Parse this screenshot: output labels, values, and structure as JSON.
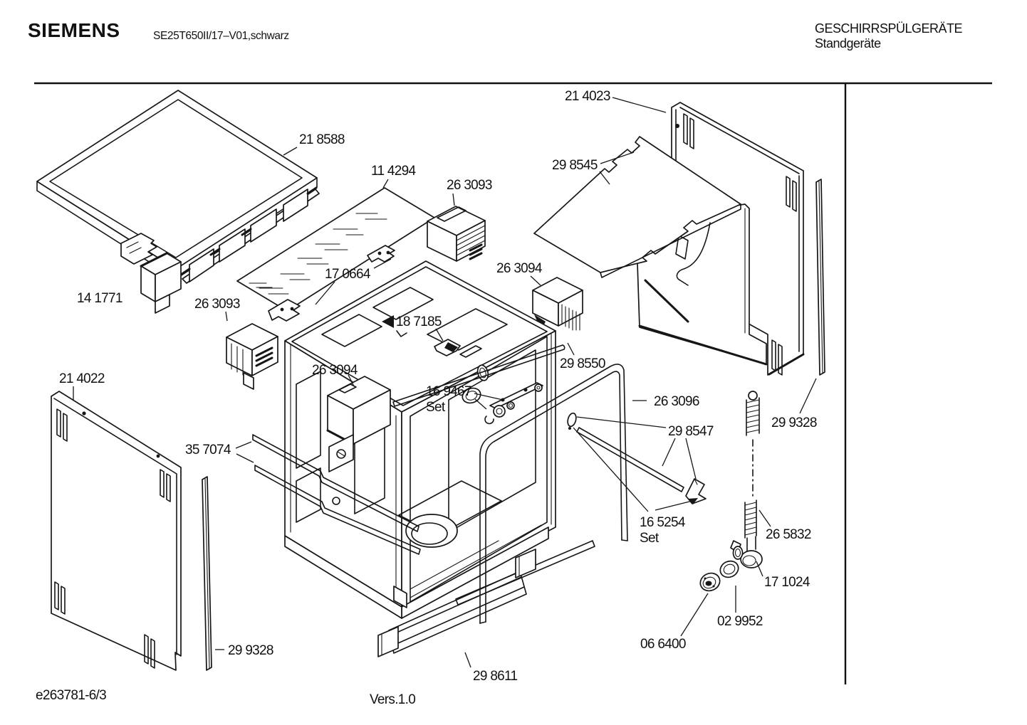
{
  "header": {
    "brand": "SIEMENS",
    "model": "SE25T650II/17–V01,schwarz",
    "category": "GESCHIRRSPÜLGERÄTE",
    "subcategory": "Standgeräte"
  },
  "footer": {
    "document_id": "e263781-6/3",
    "version": "Vers.1.0"
  },
  "diagram": {
    "description": "Exploded view of dishwasher housing and frame parts",
    "line_color": "#161616",
    "background_color": "#ffffff"
  },
  "parts": {
    "worktop": "21 8588",
    "insulation_mat": "11 4294",
    "control_box_top": "26 3093",
    "back_panel_right": "21 4023",
    "side_panel_heat_shield": "29 8545",
    "module_right": "26 3094",
    "mounting_bracket": "17 0664",
    "worktop_base_trim": "14 1771",
    "control_box_left": "26 3093",
    "clip": "18 7185",
    "module_left": "26 3094",
    "rail_top_right": "29 8550",
    "back_panel_left": "21 4022",
    "fastener_set_mid": "16 9467",
    "fastener_set_mid_suffix": "Set",
    "door_frame_seal": "26 3096",
    "condensation_rod": "29 8547",
    "trim_strip_right": "29 9328",
    "mounting_rails": "35 7074",
    "fastener_set_bottom": "16 5254",
    "fastener_set_bottom_suffix": "Set",
    "drain_spring": "26 5832",
    "drain_elbow": "17 1024",
    "sealing_ring": "02 9952",
    "grommet": "06 6400",
    "trim_strip_left": "29 9328",
    "base_rail": "29 8611"
  }
}
